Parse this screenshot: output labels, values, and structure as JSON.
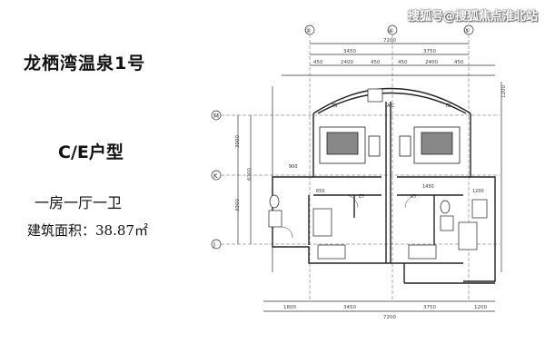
{
  "project_name": "龙栖湾温泉1号",
  "unit_type": "C/E户型",
  "layout": "一房一厅一卫",
  "area": "建筑面积：38.87㎡",
  "watermark": "搜狐号@搜狐焦点淮北站",
  "plan": {
    "top_axis_labels": [
      "③",
      "④",
      "⑤"
    ],
    "side_axis_labels": [
      "M",
      "K",
      "J"
    ],
    "top_dims_total": [
      "7200"
    ],
    "top_dims_row1": [
      "3450",
      "3750"
    ],
    "top_dims_row2": [
      "450",
      "2400",
      "450",
      "450",
      "2400",
      "450"
    ],
    "left_dims": [
      "3000",
      "3300"
    ],
    "left_total": "6300",
    "bottom_dims_row1": [
      "1800",
      "3450",
      "3750",
      "1200"
    ],
    "bottom_dims_total": [
      "7200"
    ],
    "right_dims": [
      "1200"
    ],
    "room_labels": [
      "E7",
      "C7"
    ],
    "small_labels": [
      "TB",
      "A/C",
      "TB",
      "1450",
      "900",
      "650",
      "1200"
    ]
  }
}
